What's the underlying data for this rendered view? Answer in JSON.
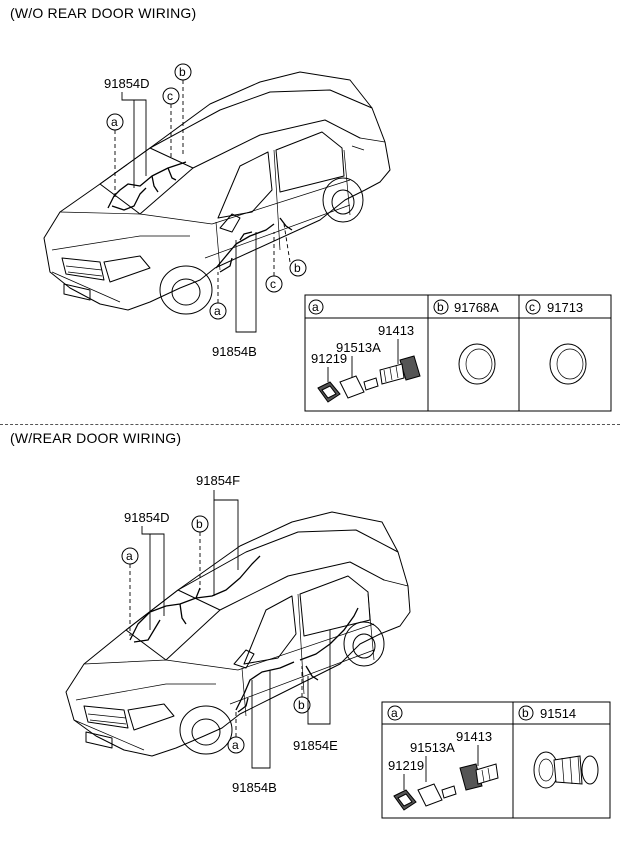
{
  "sections": {
    "top": {
      "heading": "(W/O REAR DOOR WIRING)"
    },
    "bottom": {
      "heading": "(W/REAR DOOR WIRING)"
    }
  },
  "callouts_top": {
    "d": "91854D",
    "b": "91854B",
    "a1": "a",
    "a2": "a",
    "b1": "b",
    "b2": "b",
    "c1": "c",
    "c2": "c"
  },
  "callouts_bottom": {
    "f": "91854F",
    "d": "91854D",
    "e": "91854E",
    "b": "91854B",
    "a1": "a",
    "a2": "a",
    "b1": "b",
    "b2": "b"
  },
  "table_top": {
    "head_a": "a",
    "head_b_letter": "b",
    "head_b_part": "91768A",
    "head_c_letter": "c",
    "head_c_part": "91713",
    "p1": "91219",
    "p2": "91513A",
    "p3": "91413"
  },
  "table_bottom": {
    "head_a": "a",
    "head_b_letter": "b",
    "head_b_part": "91514",
    "p1": "91219",
    "p2": "91513A",
    "p3": "91413"
  }
}
